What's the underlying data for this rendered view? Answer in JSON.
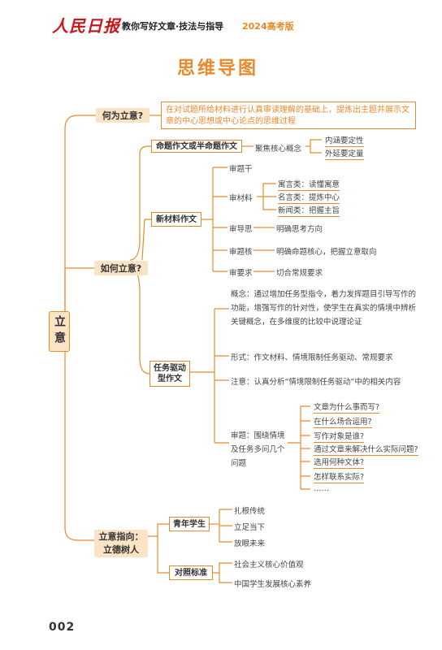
{
  "header": {
    "logo": "人民日报",
    "series": "教你写好文章·技法与指导",
    "edition": "2024高考版"
  },
  "title": "思维导图",
  "root": "立意",
  "q1": {
    "label": "何为立意?",
    "definition": "在对试题所给材料进行认真审读理解的基础上，提炼出主题并展示文章的中心思想或中心论点的思维过程"
  },
  "q2": {
    "label": "如何立意?",
    "proposition": {
      "label": "命题作文或半命题作文",
      "focus": "聚焦核心概念",
      "items": [
        "内涵要定性",
        "外延要定量"
      ]
    },
    "new_material": {
      "label": "新材料作文",
      "stem": "审题干",
      "material": {
        "label": "审材料",
        "items": [
          "寓言类：读懂寓意",
          "名言类：提炼中心",
          "新闻类：把握主旨"
        ]
      },
      "guide": {
        "label": "审导思",
        "desc": "明确思考方向"
      },
      "core": {
        "label": "审题核",
        "desc": "明确命题核心，把握立意取向"
      },
      "req": {
        "label": "审要求",
        "desc": "切合常规要求"
      }
    },
    "task": {
      "label": "任务驱动型作文",
      "concept": "概念：通过增加任务型指令，着力发挥题目引导写作的功能，增强写作的针对性，使学生在真实的情境中辨析关键概念，在多维度的比较中说理论证",
      "form": "形式：作文材料、情境限制任务驱动、常规要求",
      "note": "注意：认真分析“情境限制任务驱动”中的相关内容",
      "review": "审题：围绕情境及任务多问几个问题",
      "questions": [
        "文章为什么事而写?",
        "在什么场合运用?",
        "写作对象是谁?",
        "通过文章来解决什么实际问题?",
        "选用何种文体?",
        "怎样联系实际?",
        "……"
      ]
    }
  },
  "q3": {
    "label": "立意指向：立德树人",
    "label_line1": "立意指向：",
    "label_line2": "立德树人",
    "youth": {
      "label": "青年学生",
      "items": [
        "扎根传统",
        "立足当下",
        "放眼未来"
      ]
    },
    "standard": {
      "label": "对照标准",
      "items": [
        "社会主义核心价值观",
        "中国学生发展核心素养"
      ]
    }
  },
  "page": "002"
}
